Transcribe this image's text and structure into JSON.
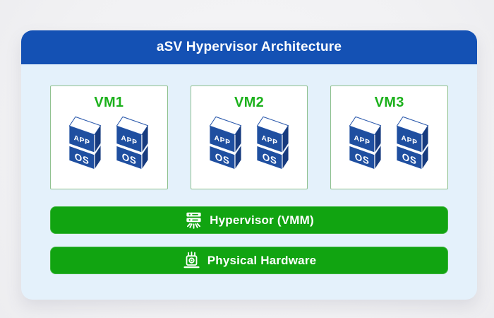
{
  "title": "aSV Hypervisor Architecture",
  "palette": {
    "header_blue": "#1451b4",
    "card_bg": "#e4f1fb",
    "page_bg": "#f2f2f4",
    "bar_green": "#11a411",
    "vm_label_green": "#1cb11c",
    "vm_border_green": "#8fc18f",
    "block_front_blue": "#1f4fa0",
    "block_side_blue": "#163a7e"
  },
  "vms": [
    {
      "label": "VM1",
      "blocks": [
        {
          "app": "APP",
          "os": "OS"
        },
        {
          "app": "APP",
          "os": "OS"
        }
      ]
    },
    {
      "label": "VM2",
      "blocks": [
        {
          "app": "APP",
          "os": "OS"
        },
        {
          "app": "APP",
          "os": "OS"
        }
      ]
    },
    {
      "label": "VM3",
      "blocks": [
        {
          "app": "APP",
          "os": "OS"
        },
        {
          "app": "APP",
          "os": "OS"
        }
      ]
    }
  ],
  "layers": [
    {
      "label": "Hypervisor (VMM)",
      "icon": "server-stack-icon"
    },
    {
      "label": "Physical Hardware",
      "icon": "hardware-device-icon"
    }
  ]
}
